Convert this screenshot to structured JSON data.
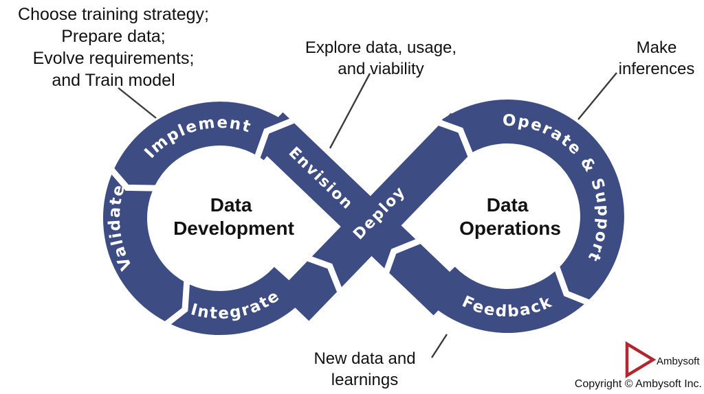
{
  "colors": {
    "ribbon_blue": "#3d4d84",
    "text_black": "#111111",
    "connector_gray": "#3a3a3a",
    "logo_red": "#b02730",
    "background": "#ffffff"
  },
  "loops": {
    "left": {
      "title": [
        "Data",
        "Development"
      ]
    },
    "right": {
      "title": [
        "Data",
        "Operations"
      ]
    }
  },
  "segments": {
    "implement": "Implement",
    "validate": "Validate",
    "integrate": "Integrate",
    "envision": "Envision",
    "deploy": "Deploy",
    "operate_support": "Operate & Support",
    "feedback": "Feedback"
  },
  "annotations": {
    "training": {
      "line1": "Choose training strategy;",
      "line2": "Prepare data;",
      "line3": "Evolve requirements;",
      "line4": "and Train model"
    },
    "explore": {
      "line1": "Explore data, usage,",
      "line2": "and viability"
    },
    "inferences": {
      "line1": "Make",
      "line2": "inferences"
    },
    "new_data": {
      "line1": "New data and",
      "line2": "learnings"
    }
  },
  "footer": {
    "logo_text": "Ambysoft",
    "copyright": "Copyright © Ambysoft Inc."
  }
}
